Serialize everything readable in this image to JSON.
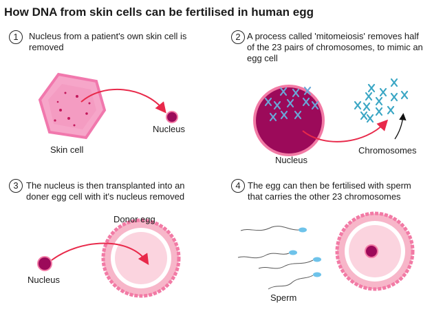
{
  "title": "How DNA from skin cells can be fertilised in human egg",
  "steps": [
    {
      "number": "1",
      "text": "Nucleus from a patient's own skin cell is removed"
    },
    {
      "number": "2",
      "text": "A process called 'mitomeiosis' removes half of the 23 pairs of chromosomes, to mimic an egg cell"
    },
    {
      "number": "3",
      "text": "The nucleus is then transplanted into an doner egg cell with it's nucleus removed"
    },
    {
      "number": "4",
      "text": "The egg can then be fertilised with sperm that carries the other 23 chromosomes"
    }
  ],
  "labels": {
    "skin_cell": "Skin cell",
    "nucleus1": "Nucleus",
    "nucleus2": "Nucleus",
    "chromosomes": "Chromosomes",
    "donor_egg": "Donor egg",
    "nucleus3": "Nucleus",
    "sperm": "Sperm"
  },
  "colors": {
    "arrow": "#e8294a",
    "nucleus": "#9c0a5a",
    "pink": "#f27aa5",
    "chromosome": "#3aa6c4"
  }
}
